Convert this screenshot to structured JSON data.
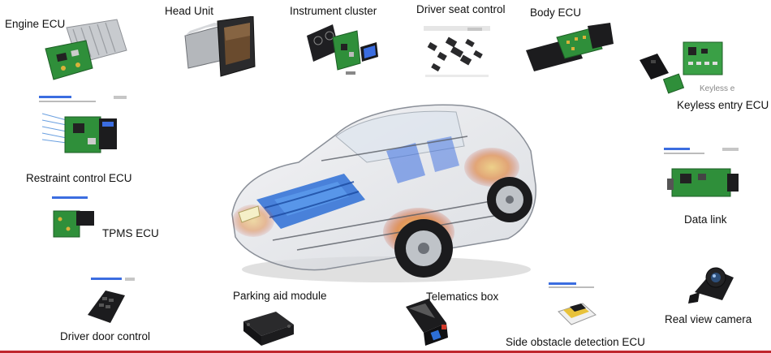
{
  "components": {
    "engine_ecu": "Engine ECU",
    "head_unit": "Head Unit",
    "instrument_cluster": "Instrument cluster",
    "driver_seat_control": "Driver seat control",
    "body_ecu": "Body ECU",
    "keyless_entry_ecu": "Keyless entry ECU",
    "keyless_sublabel": "Keyless e",
    "restraint_control_ecu": "Restraint control ECU",
    "tpms_ecu": "TPMS ECU",
    "data_link": "Data link",
    "driver_door_control": "Driver door control",
    "parking_aid_module": "Parking aid module",
    "telematics_box": "Telematics box",
    "side_obstacle_detection_ecu": "Side obstacle detection ECU",
    "real_view_camera": "Real view camera"
  },
  "colors": {
    "pcb_green": "#2f8f3a",
    "ecu_silver": "#b9bcc0",
    "module_black": "#1d1d1f",
    "accent_red": "#c0262d",
    "engine_blue": "#2d6fd6",
    "heat_orange": "#e07a2a"
  }
}
